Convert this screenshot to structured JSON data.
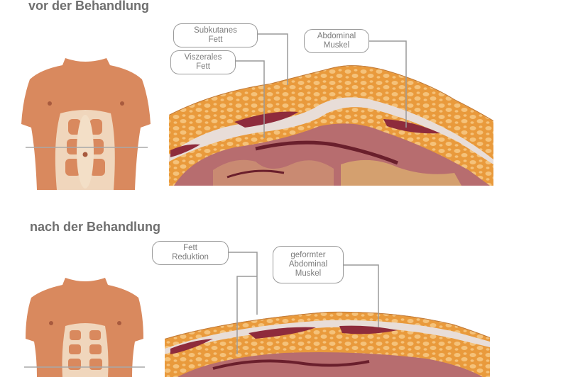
{
  "sections": {
    "before": {
      "heading": "vor der Behandlung",
      "labels": {
        "subcutaneous": [
          "Subkutanes",
          "Fett"
        ],
        "visceral": [
          "Viszerales",
          "Fett"
        ],
        "muscle": [
          "Abdominal",
          "Muskel"
        ]
      }
    },
    "after": {
      "heading": "nach der Behandlung",
      "labels": {
        "fat_reduction": [
          "Fett",
          "Reduktion"
        ],
        "shaped_muscle": [
          "geformter",
          "Abdominal",
          "Muskel"
        ]
      }
    }
  },
  "colors": {
    "skin": "#d9895e",
    "fat": "#e99a3c",
    "fat_blob": "#f5c27a",
    "muscle": "#8e2b3c",
    "organ": "#b76d6f",
    "fascia": "#d8d0cc",
    "leader": "#9a9a9a"
  }
}
